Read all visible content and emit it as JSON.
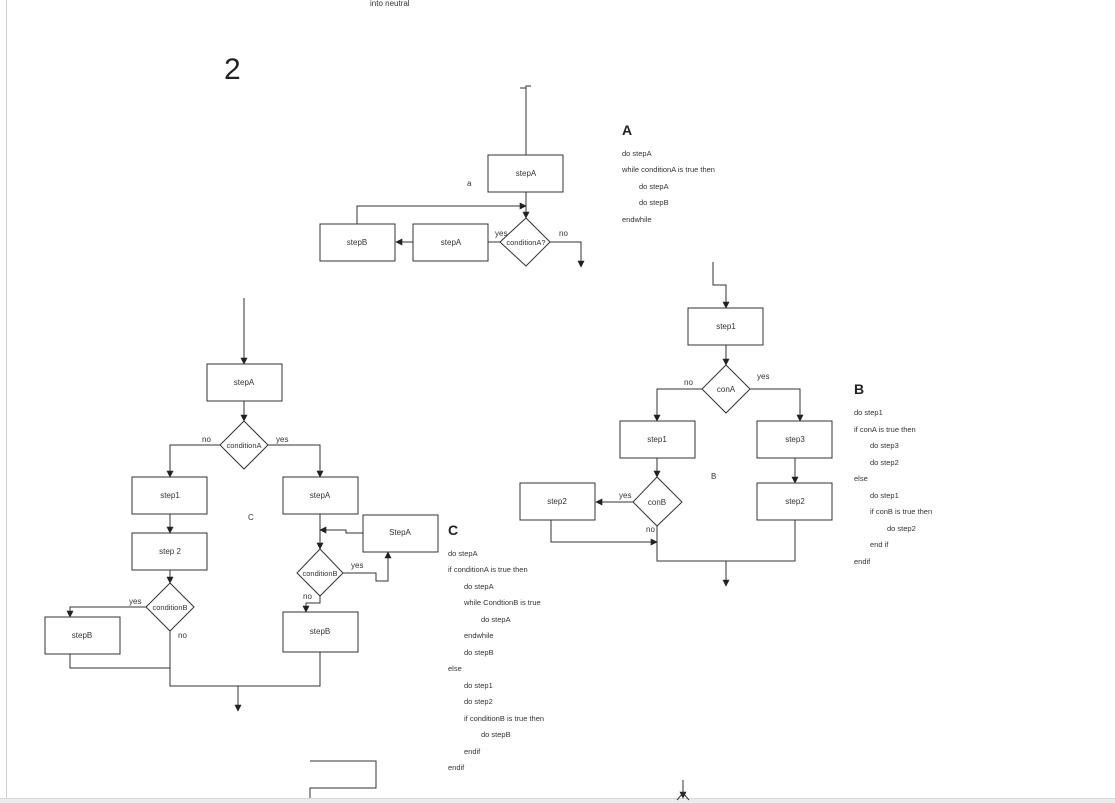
{
  "top_note": "into neutral",
  "page_number": "2",
  "stray_label_a": "a",
  "diagram_a": {
    "heading": "A",
    "nodes": {
      "stepA_top": "stepA",
      "stepA_loop": "stepA",
      "stepB": "stepB",
      "cond": "conditionA?"
    },
    "labels": {
      "yes": "yes",
      "no": "no"
    },
    "pseudocode": [
      "do stepA",
      "while conditionA is true then",
      "do stepA",
      "do stepB",
      "endwhile"
    ]
  },
  "diagram_b": {
    "heading": "B",
    "center_label": "B",
    "nodes": {
      "step1_top": "step1",
      "conA": "conA",
      "step1_left": "step1",
      "step3": "step3",
      "step2_right": "step2",
      "conB": "conB",
      "step2_left": "step2"
    },
    "labels": {
      "no_conA": "no",
      "yes_conA": "yes",
      "yes_conB": "yes",
      "no_conB": "no"
    },
    "pseudocode": [
      "do step1",
      "if conA is true then",
      "do step3",
      "do step2",
      "else",
      "do step1",
      "if conB is true then",
      "do step2",
      "end if",
      "endif"
    ]
  },
  "diagram_c": {
    "heading": "C",
    "center_label": "C",
    "nodes": {
      "stepA_top": "stepA",
      "condA": "conditionA",
      "step1": "step1",
      "step2": "step 2",
      "condB_left": "conditionB",
      "stepB_left": "stepB",
      "stepA_right": "stepA",
      "StepA_loop": "StepA",
      "condB_right": "conditionB",
      "stepB_right": "stepB"
    },
    "labels": {
      "no_condA": "no",
      "yes_condA": "yes",
      "yes_condB_left": "yes",
      "no_condB_left": "no",
      "yes_condB_right": "yes",
      "no_condB_right": "no"
    },
    "pseudocode": [
      "do stepA",
      "if conditionA is true then",
      "do stepA",
      "while CondtionB is true",
      "do stepA",
      "endwhile",
      "do stepB",
      "else",
      "do step1",
      "do step2",
      "if  conditionB is true then",
      "do stepB",
      "endif",
      "endif"
    ]
  }
}
